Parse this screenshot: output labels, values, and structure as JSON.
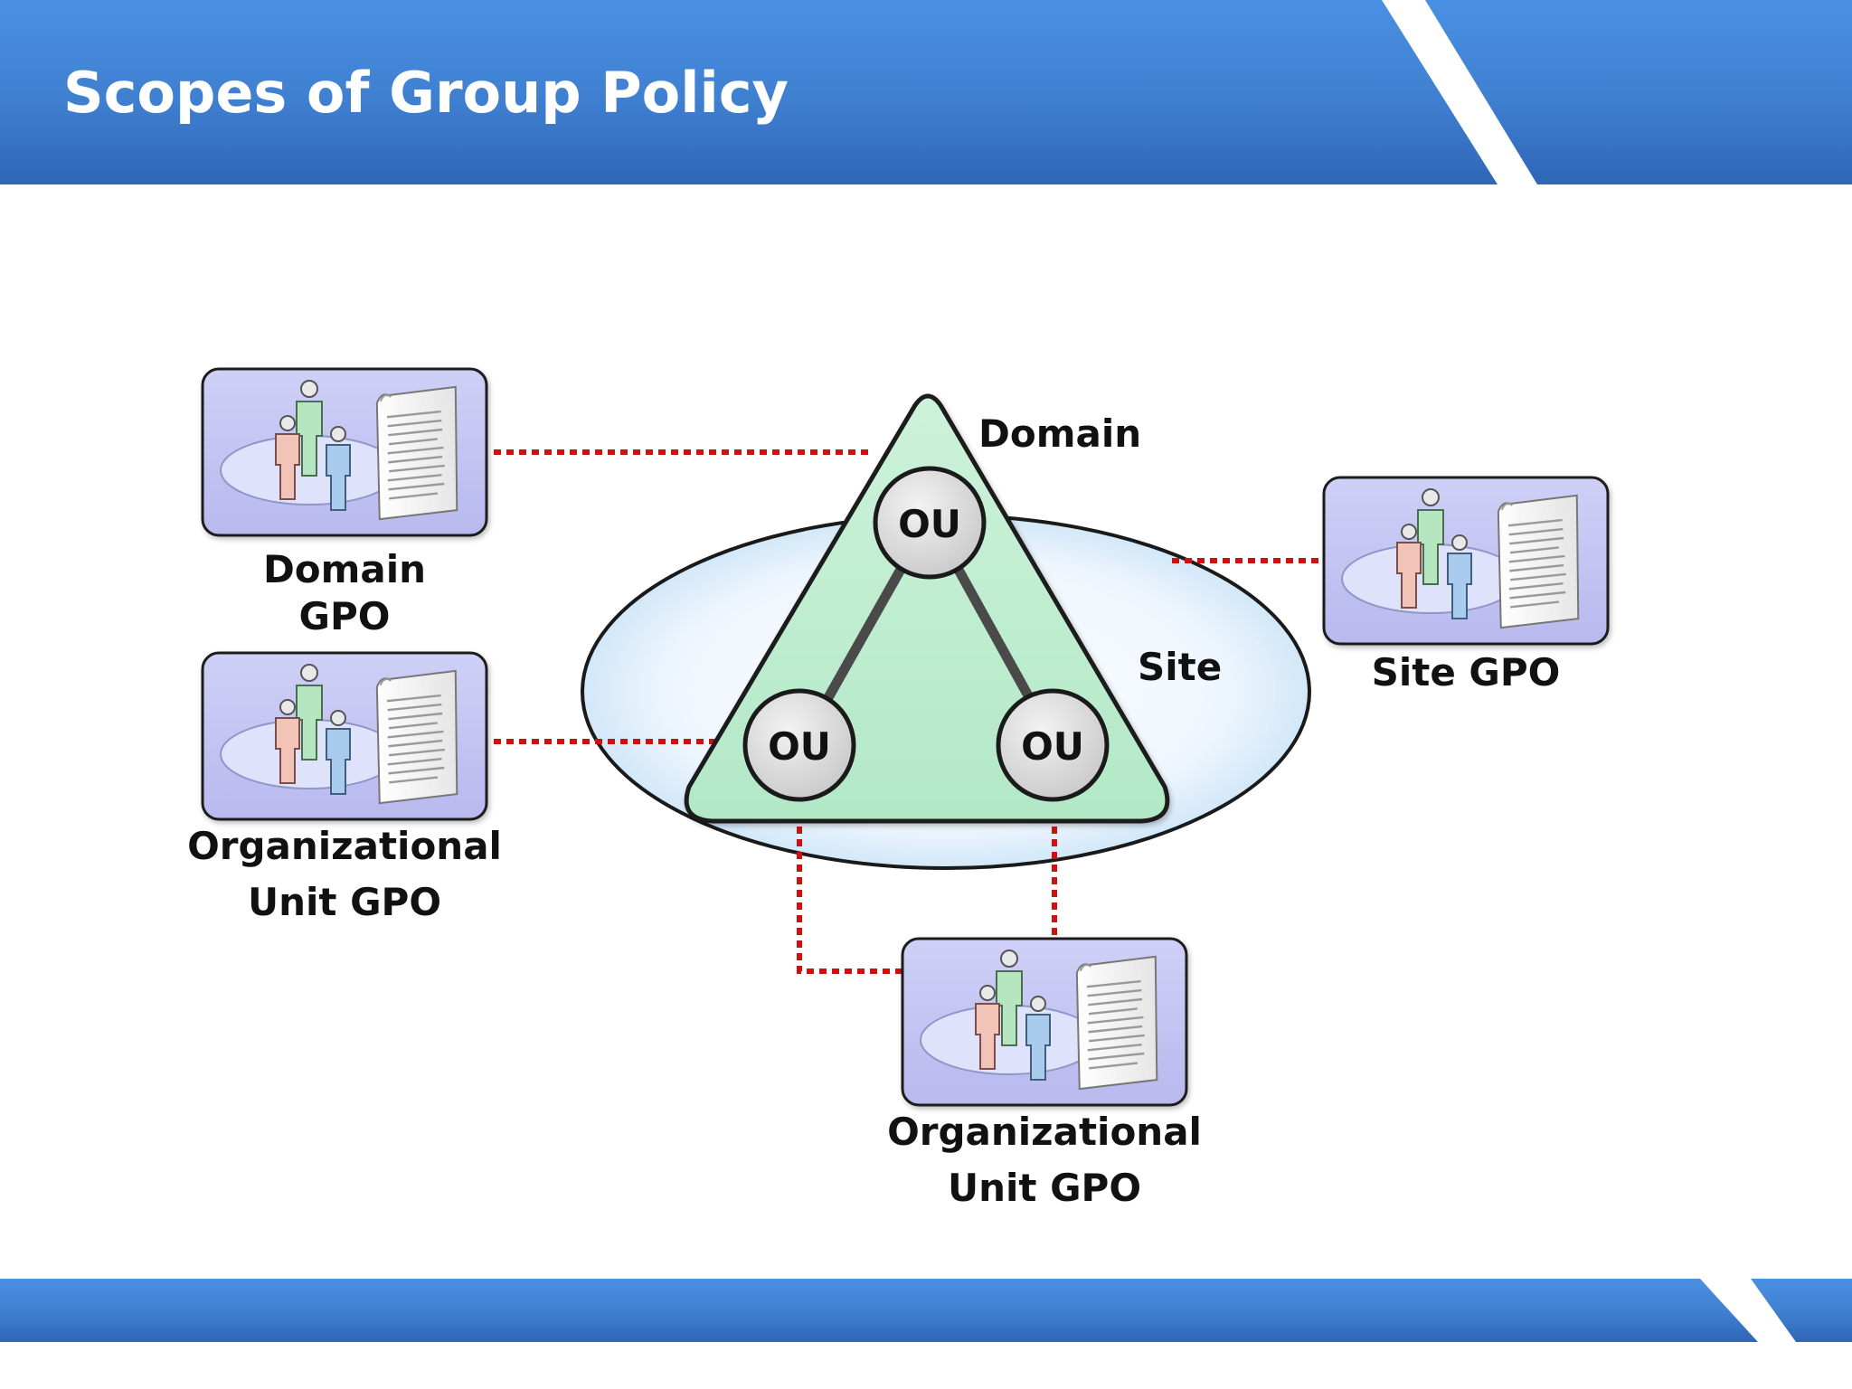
{
  "slide": {
    "title": "Scopes of Group Policy",
    "accent_color": "#3f7fd0",
    "connector_color": "#cc1111"
  },
  "diagram": {
    "site_label": "Site",
    "domain_label": "Domain",
    "ou_nodes": [
      {
        "label": "OU"
      },
      {
        "label": "OU"
      },
      {
        "label": "OU"
      }
    ],
    "gpo_cards": {
      "domain": {
        "icon": "group-policy-object-icon",
        "label_lines": [
          "Domain",
          "GPO"
        ]
      },
      "ou_left": {
        "icon": "group-policy-object-icon",
        "label_lines": [
          "Organizational",
          "Unit GPO"
        ]
      },
      "site": {
        "icon": "group-policy-object-icon",
        "label_lines": [
          "Site GPO"
        ]
      },
      "ou_bottom": {
        "icon": "group-policy-object-icon",
        "label_lines": [
          "Organizational",
          "Unit GPO"
        ]
      }
    }
  }
}
